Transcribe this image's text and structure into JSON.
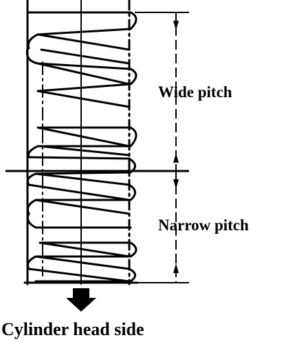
{
  "labels": {
    "wide_pitch": "Wide pitch",
    "narrow_pitch": "Narrow pitch",
    "cylinder_head_side": "Cylinder head side"
  },
  "colors": {
    "ink": "#000000",
    "paper": "#ffffff"
  },
  "icons": {
    "direction_arrow": "arrow-down-icon"
  }
}
